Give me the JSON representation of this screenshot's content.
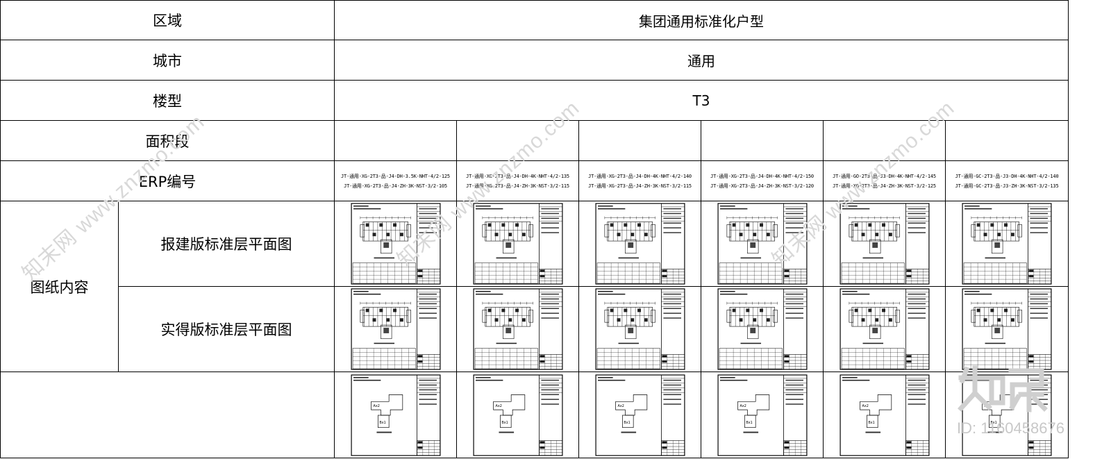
{
  "rows": {
    "region": {
      "label": "区域",
      "value": "集团通用标准化户型"
    },
    "city": {
      "label": "城市",
      "value": "通用"
    },
    "building": {
      "label": "楼型",
      "value": "T3"
    },
    "area": {
      "label": "面积段"
    },
    "erp": {
      "label": "ERP编号",
      "codes": [
        [
          "JT-通用-XG-2T3-品-J4-DH-3.5K-NHT-4/2-125",
          "JT-通用-XG-2T3-品-J4-ZH-3K-NST-3/2-105"
        ],
        [
          "JT-通用-XG-2T3-品-J4-DH-4K-NHT-4/2-135",
          "JT-通用-XG-2T3-品-J4-ZH-3K-NST-3/2-115"
        ],
        [
          "JT-通用-XG-2T3-品-J4-DH-4K-NHT-4/2-140",
          "JT-通用-XG-2T3-品-J4-ZH-3K-NST-3/2-115"
        ],
        [
          "JT-通用-XG-2T3-品-J4-DH-4K-NHT-4/2-150",
          "JT-通用-XG-2T3-品-J4-ZH-3K-NST-3/2-120"
        ],
        [
          "JT-通用-GO-2T3-品-J3-DH-4K-NHT-4/2-145",
          "JT-通用-XG-2T3-品-J4-ZH-3K-NST-3/2-125"
        ],
        [
          "JT-通用-GC-2T3-品-J3-DH-4K-NHT-4/2-140",
          "JT-通用-GC-2T3-品-J3-ZH-3K-NST-3/2-135"
        ]
      ]
    },
    "drawings": {
      "label": "图纸内容",
      "sub1": "报建版标准层平面图",
      "sub2": "实得版标准层平面图"
    }
  },
  "key_plan_labels": {
    "unit_a": "Ax2",
    "unit_b": "Bx1"
  },
  "watermark": {
    "diagonal": "知末网 www.znzmo.com",
    "logo": "知末",
    "id": "ID: 1160458676"
  }
}
